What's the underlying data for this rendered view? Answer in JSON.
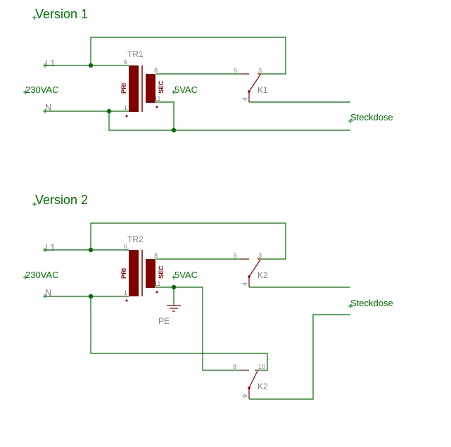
{
  "version1": {
    "title": "Version 1",
    "transformer": {
      "name": "TR1",
      "pri_label": "PRI",
      "sec_label": "SEC",
      "pins": [
        "6",
        "1",
        "8",
        "11"
      ]
    },
    "relay": {
      "name": "K1",
      "pins": [
        "5",
        "3",
        "4"
      ]
    },
    "nets": {
      "l1": "L1",
      "n": "N",
      "vac_in": "230VAC",
      "vac_out": "5VAC",
      "socket": "Steckdose"
    }
  },
  "version2": {
    "title": "Version 2",
    "transformer": {
      "name": "TR2",
      "pri_label": "PRI",
      "sec_label": "SEC",
      "pins": [
        "6",
        "1",
        "8",
        "11"
      ]
    },
    "relay_top": {
      "name": "K2",
      "pins": [
        "5",
        "3",
        "4"
      ]
    },
    "relay_bottom": {
      "name": "K2",
      "pins": [
        "8",
        "10",
        "9"
      ]
    },
    "ground": {
      "name": "PE"
    },
    "nets": {
      "l1": "L1",
      "n": "N",
      "vac_in": "230VAC",
      "vac_out": "5VAC",
      "socket": "Steckdose"
    }
  },
  "colors": {
    "wire": "#007000",
    "component": "#800000",
    "label": "#808080"
  }
}
